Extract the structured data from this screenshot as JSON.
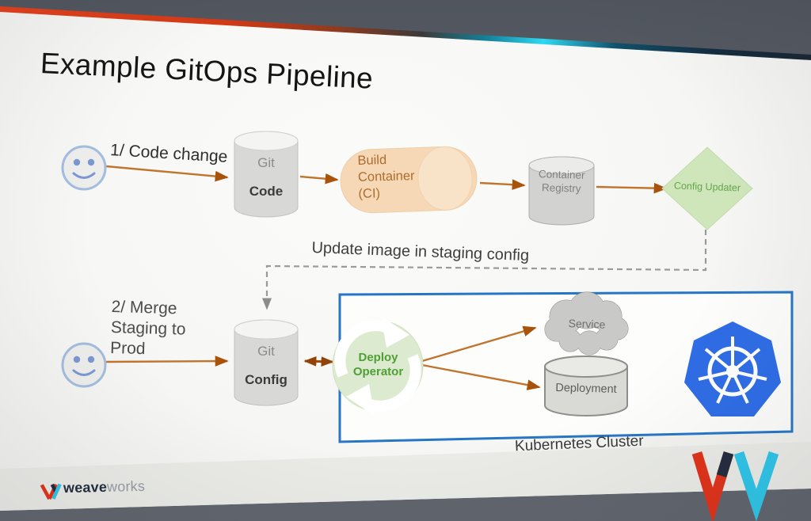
{
  "slide": {
    "title": "Example GitOps Pipeline",
    "annotation": "Update image in staging config",
    "kubernetes_cluster_label": "Kubernetes Cluster",
    "footer": {
      "brand_bold": "weave",
      "brand_light": "works"
    }
  },
  "diagram": {
    "step1_label": "1/ Code change",
    "step2_lines": [
      "2/ Merge",
      "Staging to",
      "Prod"
    ],
    "git_code": {
      "line1": "Git",
      "line2": "Code"
    },
    "build_container_lines": [
      "Build",
      "Container",
      "(CI)"
    ],
    "container_registry_lines": [
      "Container",
      "Registry"
    ],
    "config_updater_label": "Config Updater",
    "git_config": {
      "line1": "Git",
      "line2": "Config"
    },
    "deploy_operator_lines": [
      "Deploy",
      "Operator"
    ],
    "service_label": "Service",
    "deployment_label": "Deployment"
  },
  "colors": {
    "arrow_orange": "#c0752f",
    "arrow_head": "#a8520a",
    "kubernetes_blue": "#2f6de6",
    "cluster_box_blue": "#2776c6",
    "node_green_fill": "#dcead0",
    "diamond_green_fill": "#cfe6bb",
    "green_text": "#57a33e",
    "capsule_peach": "#f6d8b6",
    "edge_red": "#e2401b",
    "edge_cyan": "#2fd8f2",
    "background_gray": "#5a6069"
  }
}
